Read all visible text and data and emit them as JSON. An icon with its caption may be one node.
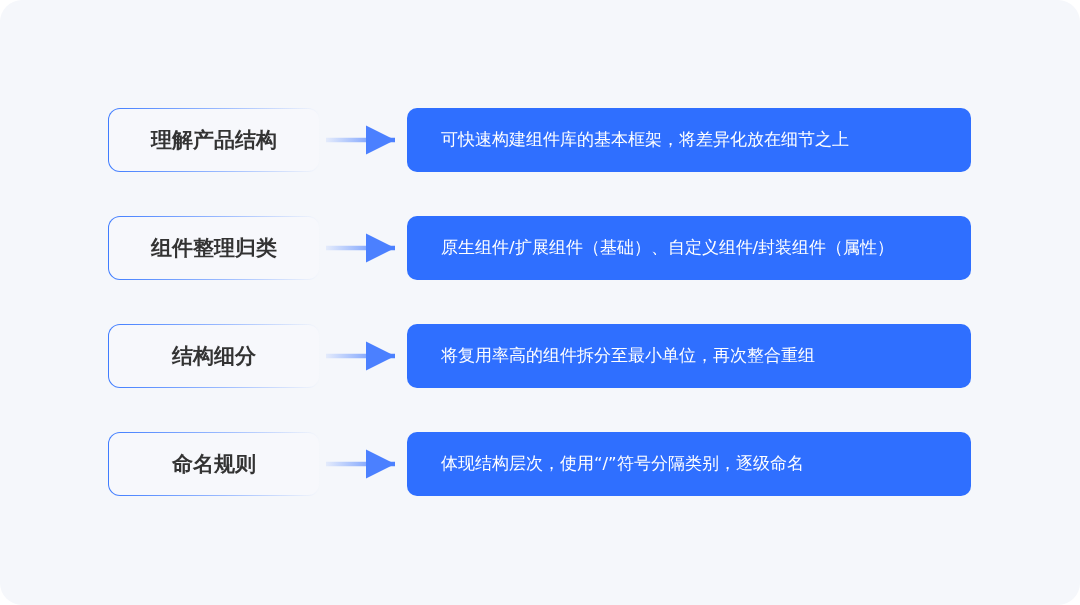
{
  "diagram": {
    "nodes": [
      {
        "text": [
          "理解产品结构"
        ]
      },
      {
        "text": [
          "可快速构建组件库的基本框架，将差异化放在细节之上"
        ]
      },
      {
        "text": [
          "组件整理归类"
        ]
      },
      {
        "text": [
          "原生组件/扩展组件（基础）、自定义组件/封装组件（属性）"
        ]
      },
      {
        "text": [
          "结构细分"
        ]
      },
      {
        "text": [
          "将复用率高的组件拆分至最小单位，再次整合重组"
        ]
      },
      {
        "text": [
          "命名规则"
        ]
      },
      {
        "text": [
          "体现结构层次，使用“/”符号分隔类别，逐级命名"
        ]
      }
    ],
    "edges": [
      {
        "from": 0,
        "to": 1,
        "arrow": "to"
      },
      {
        "from": 2,
        "to": 3,
        "arrow": "to"
      },
      {
        "from": 4,
        "to": 5,
        "arrow": "to"
      },
      {
        "from": 6,
        "to": 7,
        "arrow": "to"
      }
    ]
  }
}
